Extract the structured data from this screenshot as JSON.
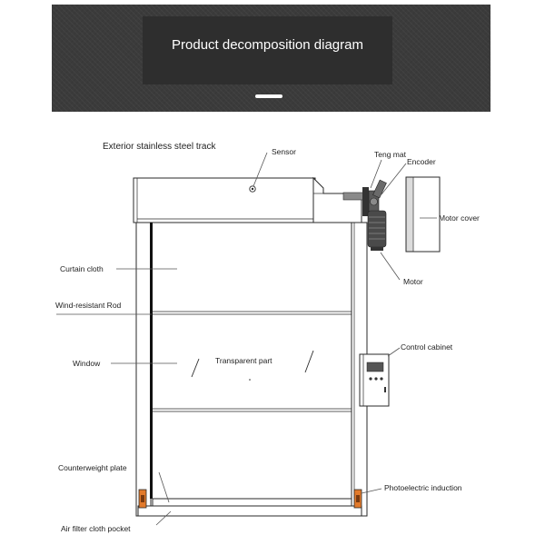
{
  "banner": {
    "title": "Product decomposition diagram"
  },
  "labels": {
    "track": "Exterior stainless steel track",
    "sensor": "Sensor",
    "teng_mat": "Teng mat",
    "encoder": "Encoder",
    "motor_cover": "Motor cover",
    "curtain_cloth": "Curtain cloth",
    "wind_rod": "Wind-resistant Rod",
    "window": "Window",
    "transparent_part": "Transparent part",
    "control_cabinet": "Control cabinet",
    "motor": "Motor",
    "counterweight_plate": "Counterweight plate",
    "photoelectric_induction": "Photoelectric induction",
    "air_filter_pocket": "Air filter cloth pocket"
  },
  "colors": {
    "banner_bg": "#3b3b3b",
    "banner_inner": "#2e2e2e",
    "accent_orange": "#e27a2b",
    "line_ink": "#2a2a2a"
  }
}
